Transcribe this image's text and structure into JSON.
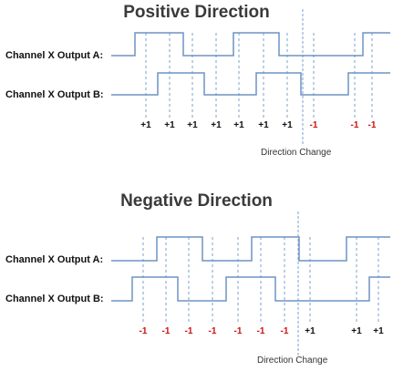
{
  "colors": {
    "signal": "#6f93c4",
    "marker": "#8fb0d8",
    "positive_count": "#111111",
    "negative_count": "#cc1111"
  },
  "panels": [
    {
      "title": "Positive Direction",
      "channel_a_label": "Channel X Output A:",
      "channel_b_label": "Channel X Output B:",
      "direction_change_label": "Direction Change",
      "counts": [
        "+1",
        "+1",
        "+1",
        "+1",
        "+1",
        "+1",
        "+1",
        "-1",
        "-1",
        "-1"
      ]
    },
    {
      "title": "Negative Direction",
      "channel_a_label": "Channel X Output A:",
      "channel_b_label": "Channel X Output B:",
      "direction_change_label": "Direction Change",
      "counts": [
        "-1",
        "-1",
        "-1",
        "-1",
        "-1",
        "-1",
        "-1",
        "+1",
        "+1",
        "+1"
      ]
    }
  ]
}
